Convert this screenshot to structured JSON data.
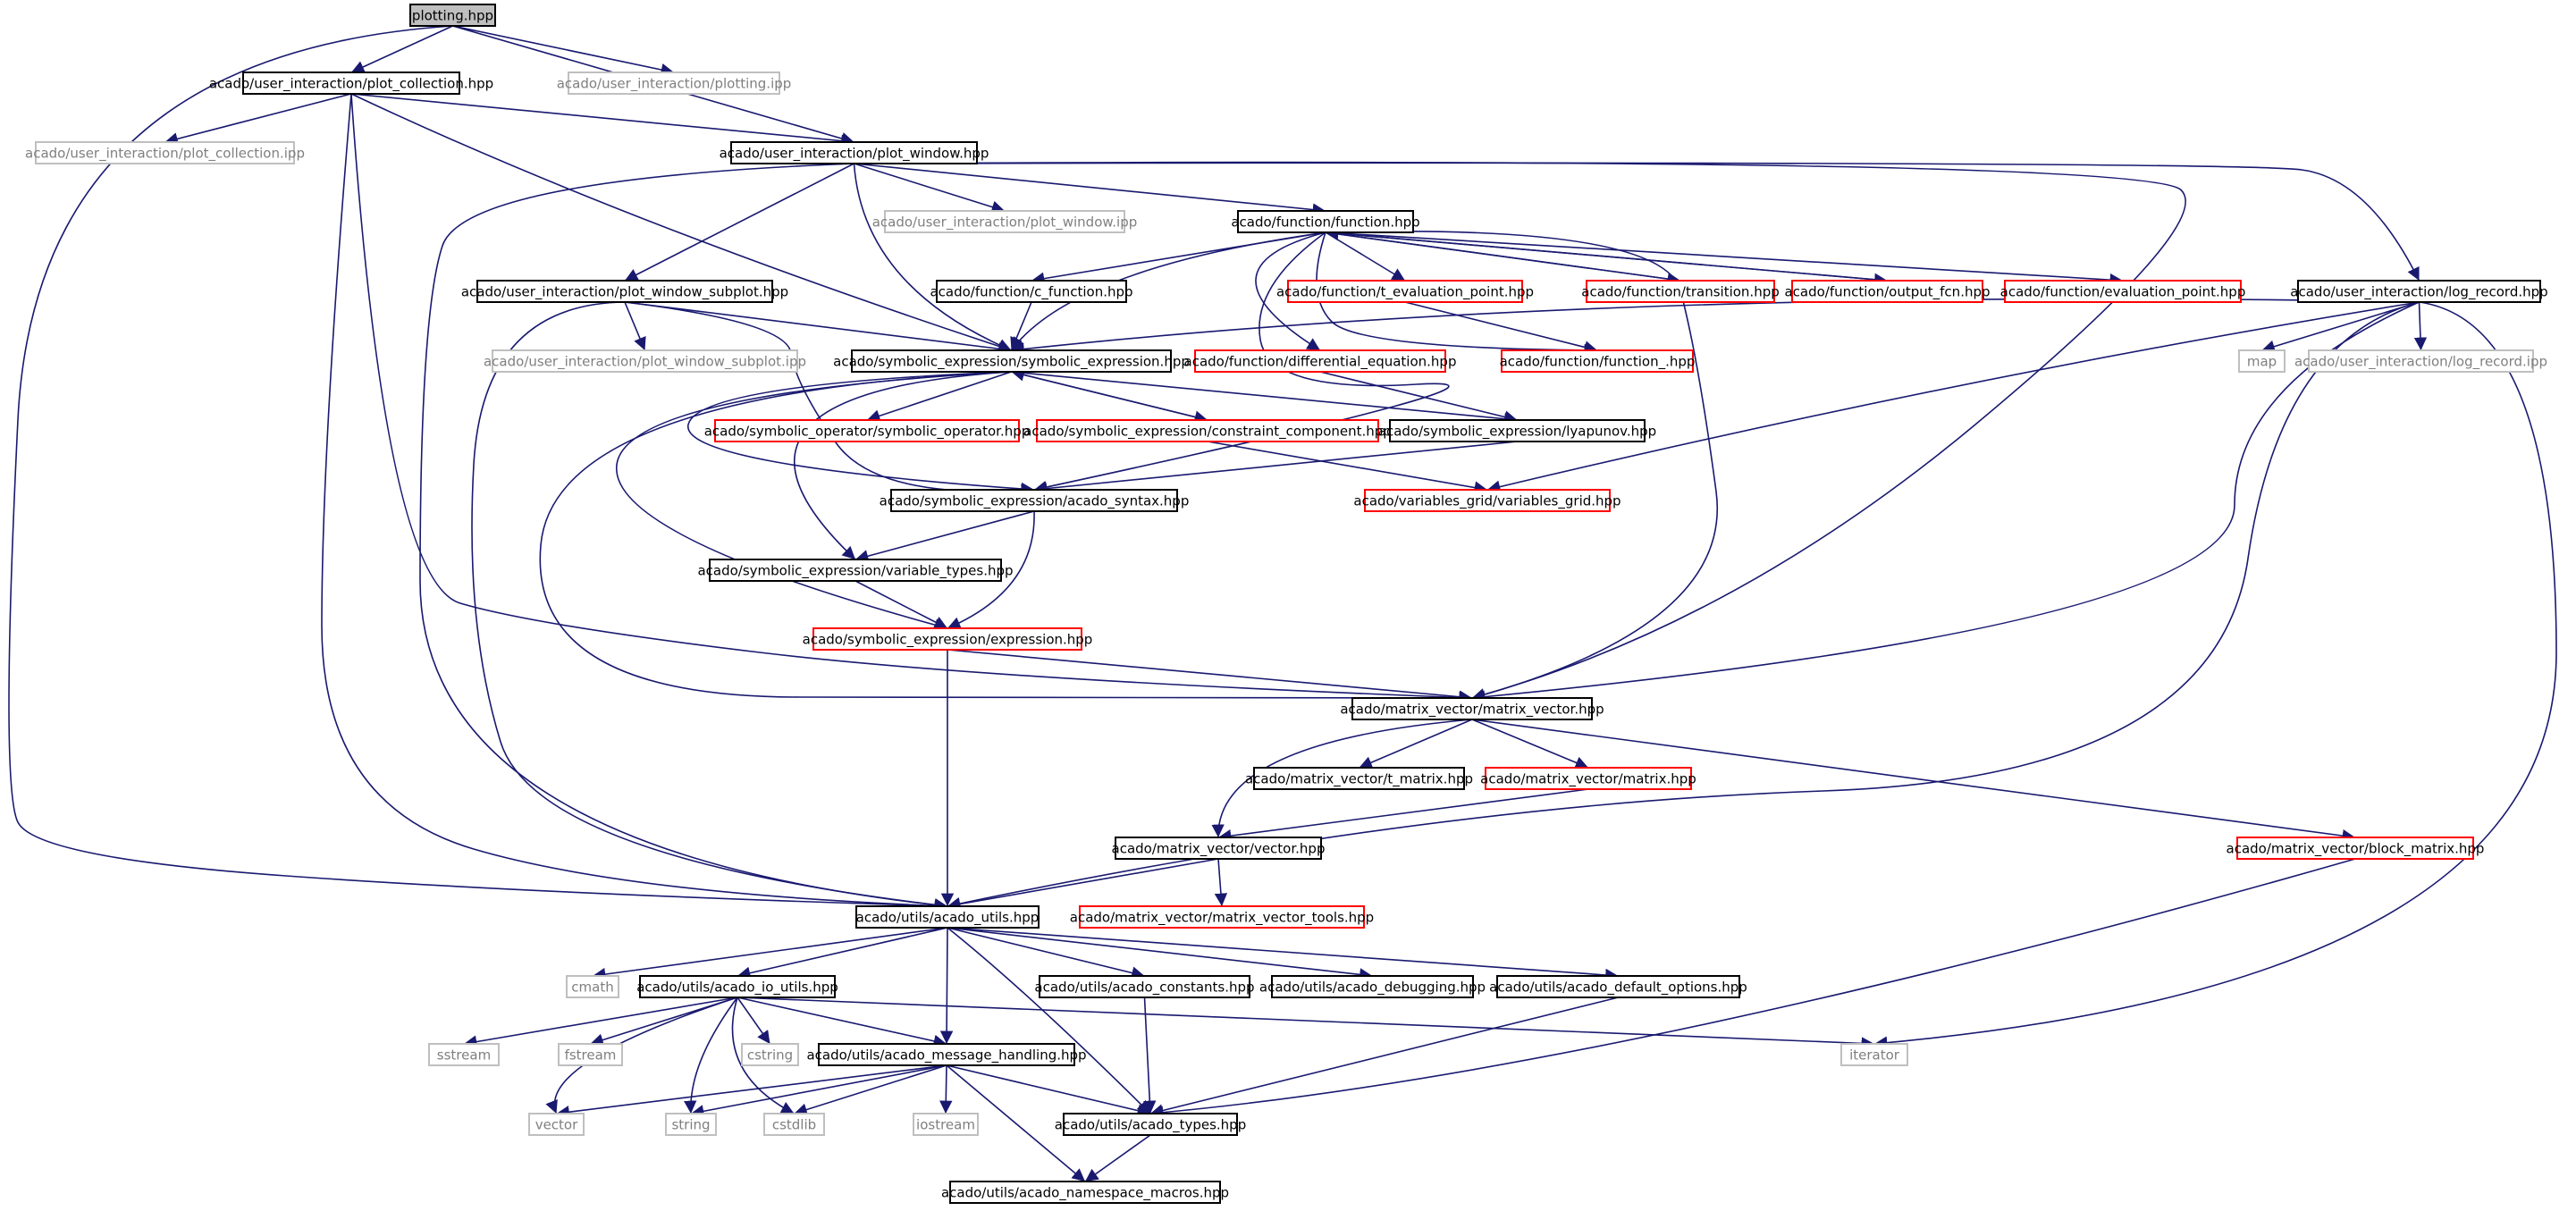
{
  "colors": {
    "edge": "#191970",
    "documented_border": "#000000",
    "missing_border": "#ff0000",
    "system_border": "#bfbfbf",
    "system_text": "#7f7f7f",
    "root_fill": "#bfbfbf",
    "text": "#000000"
  },
  "nodes": {
    "root": "plotting.hpp",
    "plot_collection": "acado/user_interaction/plot_collection.hpp",
    "plotting_ipp": "acado/user_interaction/plotting.ipp",
    "plot_collection_ipp": "acado/user_interaction/plot_collection.ipp",
    "plot_window": "acado/user_interaction/plot_window.hpp",
    "plot_window_ipp": "acado/user_interaction/plot_window.ipp",
    "function": "acado/function/function.hpp",
    "plot_window_subplot": "acado/user_interaction/plot_window_subplot.hpp",
    "c_function": "acado/function/c_function.hpp",
    "t_evaluation_point": "acado/function/t_evaluation_point.hpp",
    "transition": "acado/function/transition.hpp",
    "output_fcn": "acado/function/output_fcn.hpp",
    "evaluation_point": "acado/function/evaluation_point.hpp",
    "log_record": "acado/user_interaction/log_record.hpp",
    "plot_window_subplot_ipp": "acado/user_interaction/plot_window_subplot.ipp",
    "symbolic_expression": "acado/symbolic_expression/symbolic_expression.hpp",
    "differential_equation": "acado/function/differential_equation.hpp",
    "function_": "acado/function/function_.hpp",
    "map": "map",
    "log_record_ipp": "acado/user_interaction/log_record.ipp",
    "symbolic_operator": "acado/symbolic_operator/symbolic_operator.hpp",
    "constraint_component": "acado/symbolic_expression/constraint_component.hpp",
    "lyapunov": "acado/symbolic_expression/lyapunov.hpp",
    "acado_syntax": "acado/symbolic_expression/acado_syntax.hpp",
    "variables_grid": "acado/variables_grid/variables_grid.hpp",
    "variable_types": "acado/symbolic_expression/variable_types.hpp",
    "expression": "acado/symbolic_expression/expression.hpp",
    "matrix_vector": "acado/matrix_vector/matrix_vector.hpp",
    "t_matrix": "acado/matrix_vector/t_matrix.hpp",
    "matrix": "acado/matrix_vector/matrix.hpp",
    "vector": "acado/matrix_vector/vector.hpp",
    "block_matrix": "acado/matrix_vector/block_matrix.hpp",
    "acado_utils": "acado/utils/acado_utils.hpp",
    "matrix_vector_tools": "acado/matrix_vector/matrix_vector_tools.hpp",
    "cmath": "cmath",
    "acado_io_utils": "acado/utils/acado_io_utils.hpp",
    "acado_constants": "acado/utils/acado_constants.hpp",
    "acado_debugging": "acado/utils/acado_debugging.hpp",
    "acado_default_options": "acado/utils/acado_default_options.hpp",
    "sstream": "sstream",
    "fstream": "fstream",
    "cstring": "cstring",
    "acado_message_handling": "acado/utils/acado_message_handling.hpp",
    "iterator": "iterator",
    "std_vector": "vector",
    "std_string": "string",
    "cstdlib": "cstdlib",
    "iostream": "iostream",
    "acado_types": "acado/utils/acado_types.hpp",
    "namespace_macros": "acado/utils/acado_namespace_macros.hpp"
  }
}
